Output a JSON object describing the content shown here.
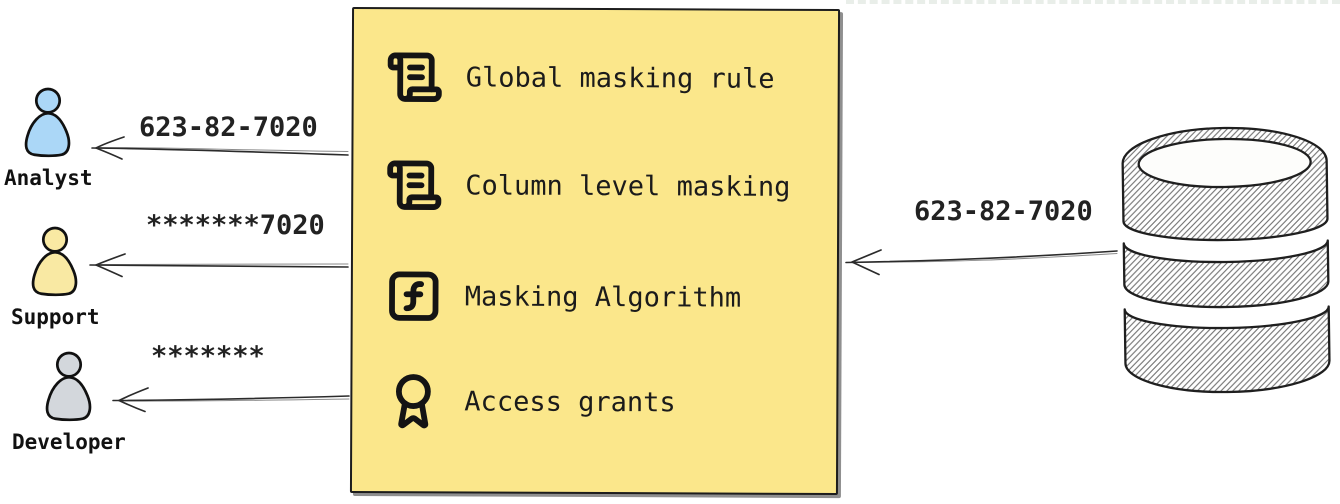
{
  "title_hint": "data masking flow diagram",
  "masking_box": {
    "fill": "#FBE78B",
    "border_color": "#1d1d1d",
    "items": [
      {
        "icon": "scroll-text-icon",
        "label": "Global masking rule"
      },
      {
        "icon": "scroll-text-icon",
        "label": "Column level masking"
      },
      {
        "icon": "function-square-icon",
        "label": "Masking Algorithm"
      },
      {
        "icon": "award-icon",
        "label": "Access grants"
      }
    ]
  },
  "consumers": [
    {
      "role": "Analyst",
      "value_received": "623-82-7020",
      "fill": "#ABD7F7"
    },
    {
      "role": "Support",
      "value_received": "*******7020",
      "fill": "#F9E9A3"
    },
    {
      "role": "Developer",
      "value_received": "*******",
      "fill": "#D3D7DC"
    }
  ],
  "database": {
    "icon": "database-cylinder-icon",
    "value_sent": "623-82-7020"
  },
  "arrow_color": "#2b2b2b"
}
